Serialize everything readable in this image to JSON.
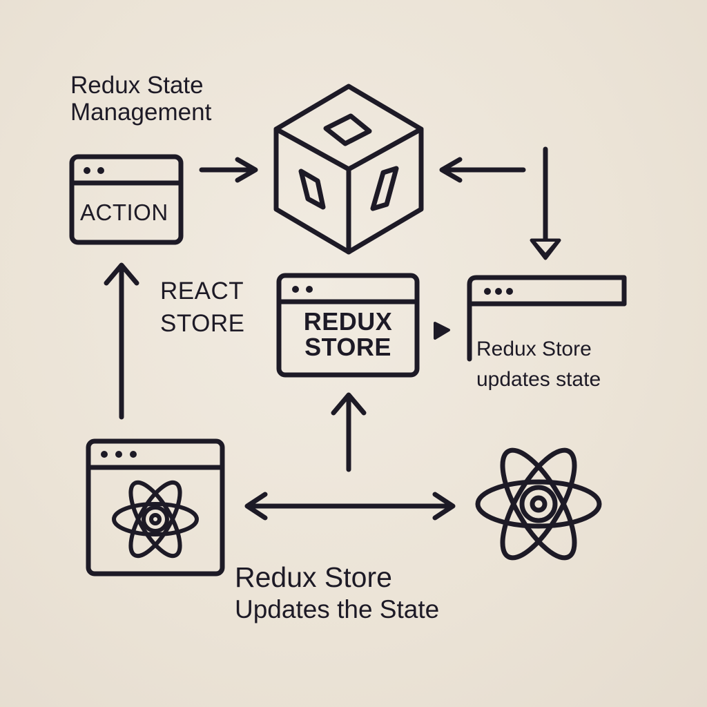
{
  "diagram": {
    "title_line1": "Redux State",
    "title_line2": "Management",
    "action_label": "ACTION",
    "react_store_line1": "REACT",
    "react_store_line2": "STORE",
    "redux_store_box_line1": "REDUX",
    "redux_store_box_line2": "STORE",
    "updates_right_line1": "Redux Store",
    "updates_right_line2": "updates state",
    "bottom_line1": "Redux Store",
    "bottom_line2": "Updates the State"
  },
  "icons": {
    "cube": "cube-icon",
    "window": "browser-window-icon",
    "atom": "react-atom-icon"
  },
  "colors": {
    "background": "#ede5d9",
    "ink": "#1d1a26"
  }
}
